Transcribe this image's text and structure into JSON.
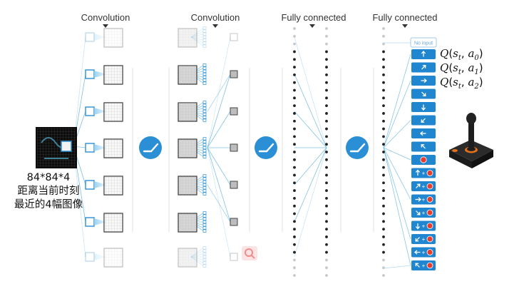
{
  "layers": {
    "conv1": "Convolution",
    "conv2": "Convolution",
    "fc1": "Fully connected",
    "fc2": "Fully connected"
  },
  "input_caption": [
    "84*84*4",
    "距离当前时刻",
    "最近的4幅图像"
  ],
  "no_input_label": "No input",
  "q_labels": [
    {
      "q": "Q",
      "s": "s",
      "ssub": "t",
      "a": "a",
      "asub": "0"
    },
    {
      "q": "Q",
      "s": "s",
      "ssub": "t",
      "a": "a",
      "asub": "1"
    },
    {
      "q": "Q",
      "s": "s",
      "ssub": "t",
      "a": "a",
      "asub": "2"
    }
  ],
  "action_icons": [
    "up-arrow",
    "up-right-arrow",
    "right-arrow",
    "down-right-arrow",
    "down-arrow",
    "down-left-arrow",
    "left-arrow",
    "up-left-arrow",
    "fire",
    "up-fire",
    "up-right-fire",
    "right-fire",
    "down-right-fire",
    "down-fire",
    "down-left-fire",
    "left-fire",
    "up-left-fire"
  ],
  "colors": {
    "accent": "#2b8fd6",
    "button": "#1f86cf",
    "line": "#6bb8df",
    "fire": "#e53e2e"
  }
}
